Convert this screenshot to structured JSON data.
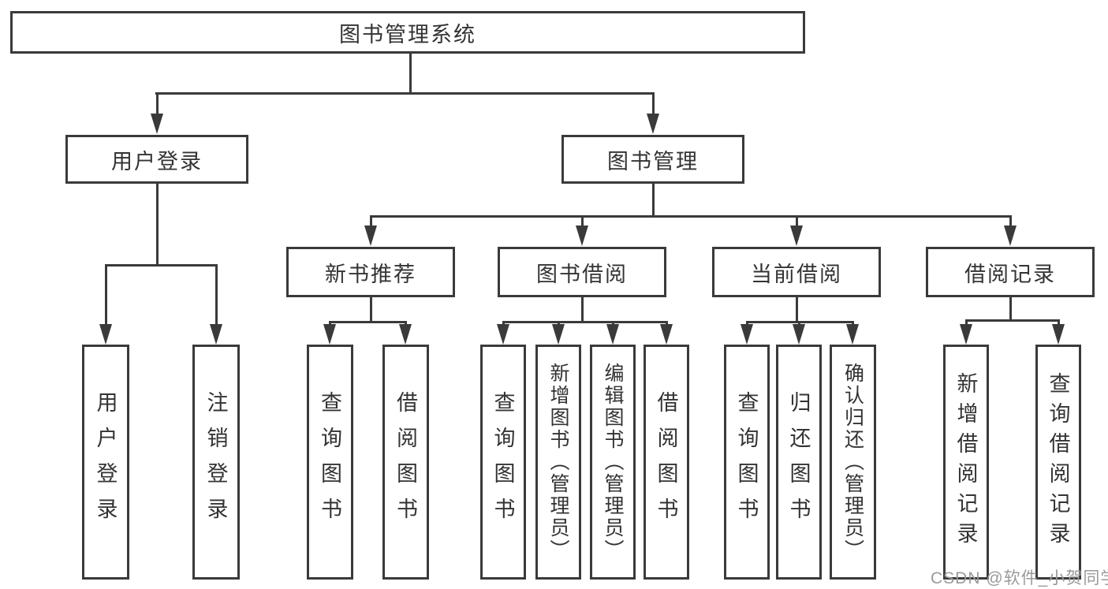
{
  "diagram": {
    "colors": {
      "line": "#3a3a3a",
      "text": "#333333",
      "background": "#ffffff",
      "watermark": "#9a9a9a"
    },
    "root": {
      "label": "图书管理系统",
      "children": [
        {
          "label": "用户登录",
          "children": [
            {
              "label": "用户登录"
            },
            {
              "label": "注销登录"
            }
          ]
        },
        {
          "label": "图书管理",
          "children": [
            {
              "label": "新书推荐",
              "children": [
                {
                  "label": "查询图书"
                },
                {
                  "label": "借阅图书"
                }
              ]
            },
            {
              "label": "图书借阅",
              "children": [
                {
                  "label": "查询图书"
                },
                {
                  "label": "新增图书（管理员）"
                },
                {
                  "label": "编辑图书（管理员）"
                },
                {
                  "label": "借阅图书"
                }
              ]
            },
            {
              "label": "当前借阅",
              "children": [
                {
                  "label": "查询图书"
                },
                {
                  "label": "归还图书"
                },
                {
                  "label": "确认归还（管理员）"
                }
              ]
            },
            {
              "label": "借阅记录",
              "children": [
                {
                  "label": "新增借阅记录"
                },
                {
                  "label": "查询借阅记录"
                }
              ]
            }
          ]
        }
      ]
    }
  },
  "watermark": {
    "text": "CSDN @软件_小贺同学"
  }
}
